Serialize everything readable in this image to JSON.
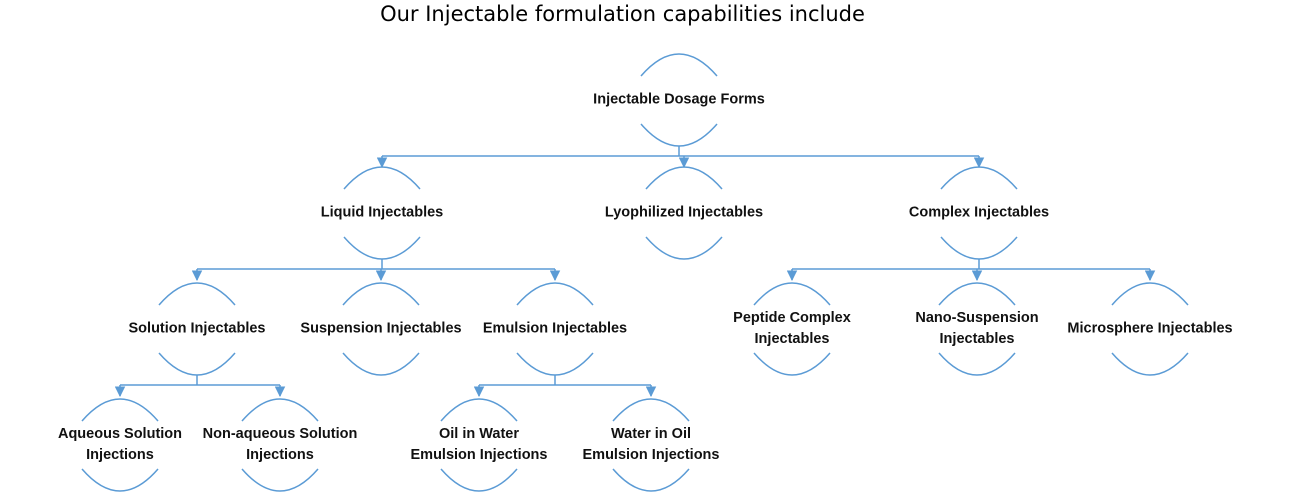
{
  "title": "Our Injectable formulation capabilities include",
  "colors": {
    "connector": "#5b9bd5",
    "arc": "#5b9bd5",
    "text": "#111111"
  },
  "nodes": {
    "root": {
      "lines": [
        "Injectable Dosage Forms"
      ]
    },
    "liquid": {
      "lines": [
        "Liquid Injectables"
      ]
    },
    "lyophilized": {
      "lines": [
        "Lyophilized Injectables"
      ]
    },
    "complex": {
      "lines": [
        "Complex Injectables"
      ]
    },
    "solution": {
      "lines": [
        "Solution Injectables"
      ]
    },
    "suspension": {
      "lines": [
        "Suspension Injectables"
      ]
    },
    "emulsion": {
      "lines": [
        "Emulsion Injectables"
      ]
    },
    "peptide": {
      "lines": [
        "Peptide Complex",
        "Injectables"
      ]
    },
    "nano": {
      "lines": [
        "Nano-Suspension",
        "Injectables"
      ]
    },
    "microsphere": {
      "lines": [
        "Microsphere Injectables"
      ]
    },
    "aqueous": {
      "lines": [
        "Aqueous Solution",
        "Injections"
      ]
    },
    "nonaqueous": {
      "lines": [
        "Non-aqueous Solution",
        "Injections"
      ]
    },
    "oilwater": {
      "lines": [
        "Oil in Water",
        "Emulsion Injections"
      ]
    },
    "wateroil": {
      "lines": [
        "Water in Oil",
        "Emulsion Injections"
      ]
    }
  },
  "edges": [
    [
      "root",
      "liquid"
    ],
    [
      "root",
      "lyophilized"
    ],
    [
      "root",
      "complex"
    ],
    [
      "liquid",
      "solution"
    ],
    [
      "liquid",
      "suspension"
    ],
    [
      "liquid",
      "emulsion"
    ],
    [
      "complex",
      "peptide"
    ],
    [
      "complex",
      "nano"
    ],
    [
      "complex",
      "microsphere"
    ],
    [
      "solution",
      "aqueous"
    ],
    [
      "solution",
      "nonaqueous"
    ],
    [
      "emulsion",
      "oilwater"
    ],
    [
      "emulsion",
      "wateroil"
    ]
  ]
}
